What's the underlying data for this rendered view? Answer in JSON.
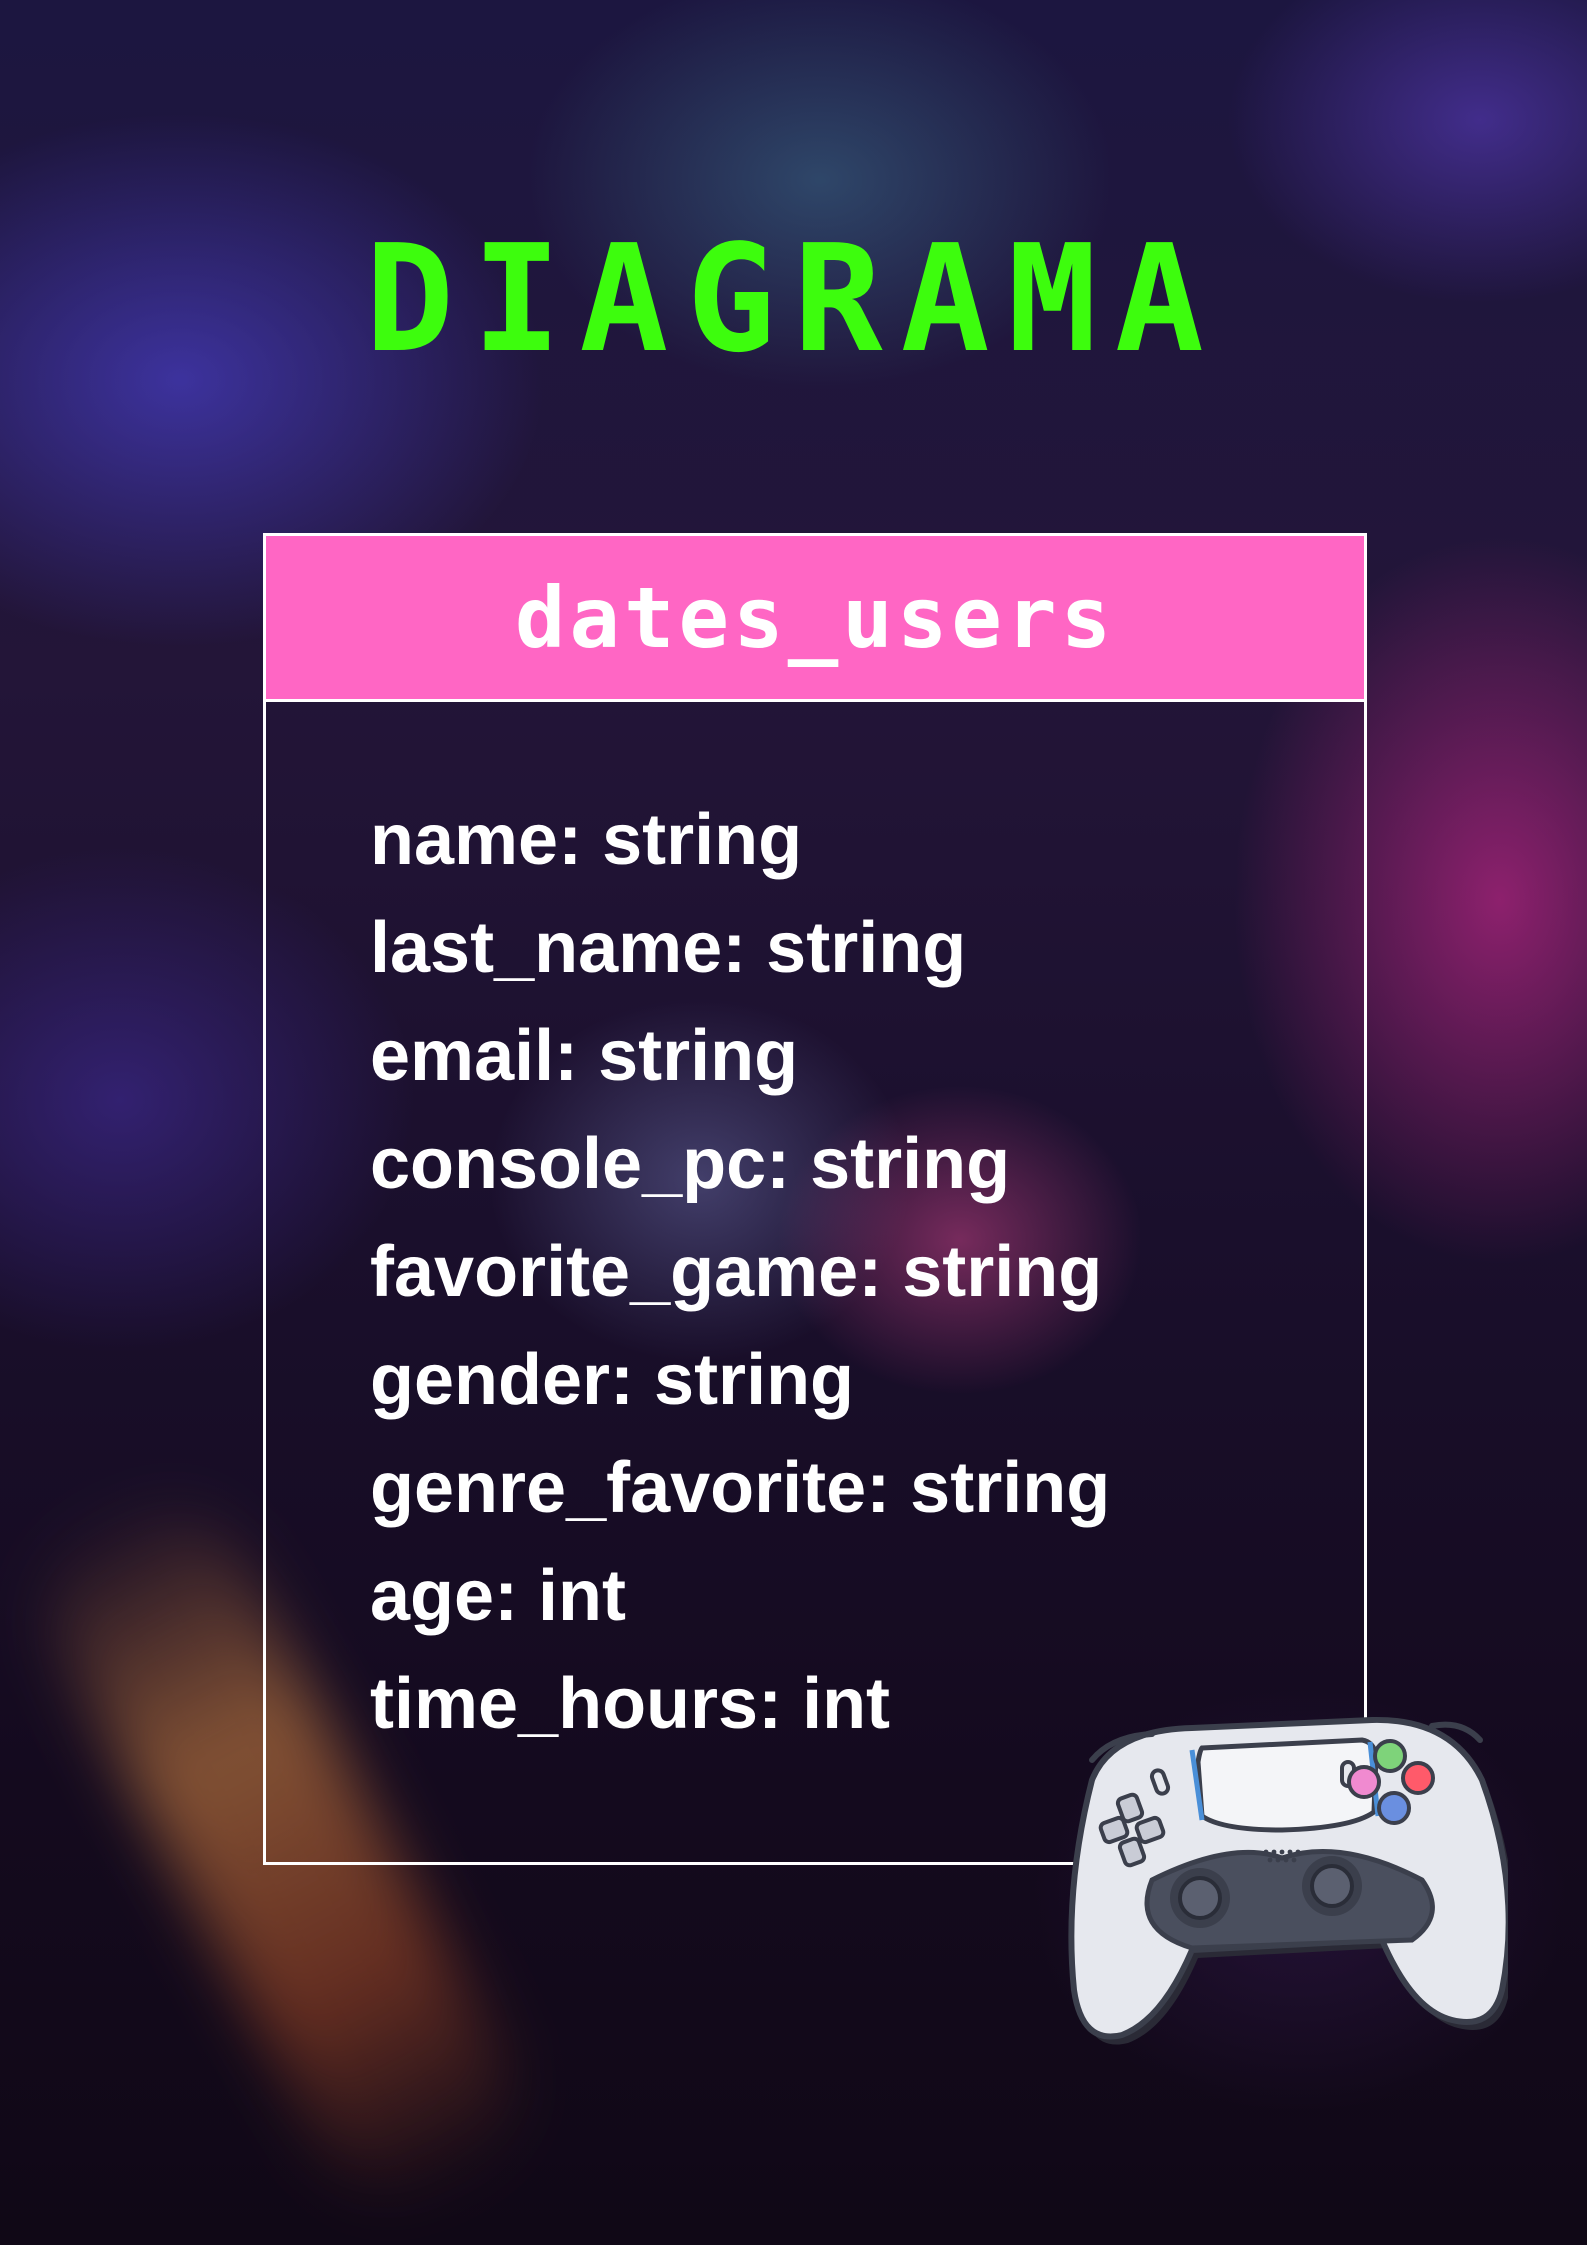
{
  "title": "DIAGRAMA",
  "entity": {
    "name": "dates_users",
    "header_color": "#ff66c4",
    "attributes": [
      "name: string",
      "last_name: string",
      "email: string",
      "console_pc: string",
      "favorite_game: string",
      "gender: string",
      "genre_favorite: string",
      "age: int",
      "time_hours: int"
    ]
  },
  "colors": {
    "title": "#3dfd0d",
    "border": "#ffffff",
    "text": "#ffffff"
  },
  "icons": [
    "gamepad-icon"
  ]
}
